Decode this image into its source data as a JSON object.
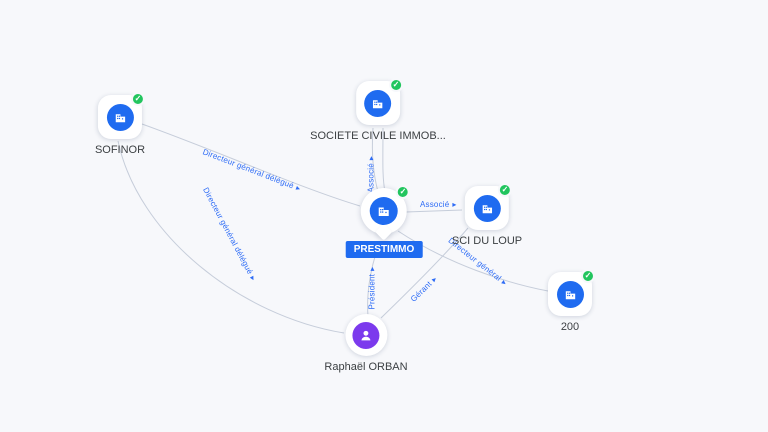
{
  "diagram": {
    "type": "company-relations-graph",
    "focus_company": "PRESTIMMO"
  },
  "colors": {
    "background": "#f7f8fb",
    "accent_blue": "#1f6bf0",
    "verified_green": "#22c55e",
    "person_purple": "#7c3aed",
    "edge_line": "#c6cdda"
  },
  "icons": {
    "company": "building-icon",
    "person": "person-icon",
    "verified": "checkmark-icon"
  },
  "nodes": [
    {
      "id": "sofinor",
      "label": "SOFINOR",
      "type": "company",
      "verified": true
    },
    {
      "id": "societe-civile",
      "label": "SOCIETE CIVILE IMMOB...",
      "type": "company",
      "verified": true
    },
    {
      "id": "prestimmo",
      "label": "PRESTIMMO",
      "type": "company-focus",
      "verified": true
    },
    {
      "id": "sci-du-loup",
      "label": "SCI DU LOUP",
      "type": "company",
      "verified": true
    },
    {
      "id": "200",
      "label": "200",
      "type": "company",
      "verified": true
    },
    {
      "id": "raphael-orban",
      "label": "Raphaël ORBAN",
      "type": "person",
      "verified": false
    }
  ],
  "edges": [
    {
      "from": "SOFINOR",
      "to": "PRESTIMMO",
      "label": "Directeur général délégué"
    },
    {
      "from": "SOFINOR",
      "to": "Raphaël ORBAN",
      "label": "Directeur général délégué"
    },
    {
      "from": "SOCIETE CIVILE IMMOB...",
      "to": "PRESTIMMO",
      "label": "Associé"
    },
    {
      "from": "PRESTIMMO",
      "to": "SCI DU LOUP",
      "label": "Associé"
    },
    {
      "from": "PRESTIMMO",
      "to": "200",
      "label": "Directeur général"
    },
    {
      "from": "Raphaël ORBAN",
      "to": "PRESTIMMO",
      "label": "Président"
    },
    {
      "from": "Raphaël ORBAN",
      "to": "SCI DU LOUP",
      "label": "Gérant"
    }
  ]
}
